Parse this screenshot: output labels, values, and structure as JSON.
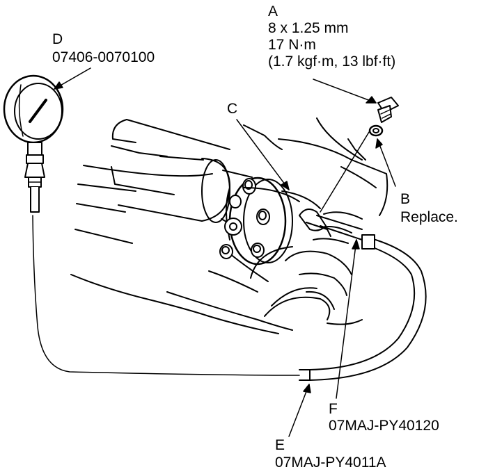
{
  "callouts": {
    "a": {
      "letter": "A",
      "line1": "8 x 1.25 mm",
      "line2": "17 N·m",
      "line3": "(1.7 kgf·m, 13 lbf·ft)"
    },
    "b": {
      "letter": "B",
      "note": "Replace."
    },
    "c": {
      "letter": "C"
    },
    "d": {
      "letter": "D",
      "part_number": "07406-0070100"
    },
    "e": {
      "letter": "E",
      "part_number": "07MAJ-PY4011A"
    },
    "f": {
      "letter": "F",
      "part_number": "07MAJ-PY40120"
    }
  },
  "colors": {
    "ink": "#000000",
    "paper": "#ffffff"
  }
}
